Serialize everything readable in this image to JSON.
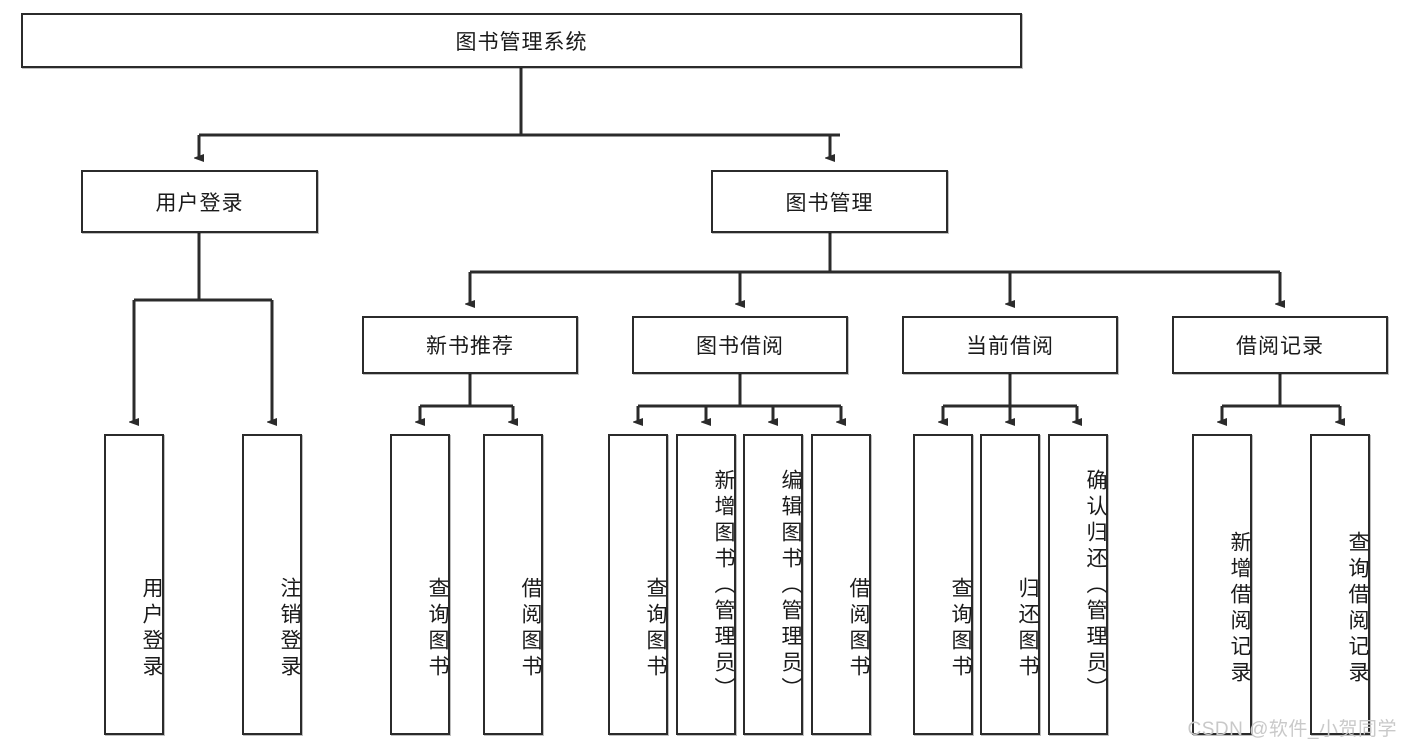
{
  "diagram": {
    "title": "图书管理系统",
    "type": "tree-hierarchy-chart",
    "root": {
      "label": "图书管理系统"
    },
    "level2": [
      {
        "label": "用户登录"
      },
      {
        "label": "图书管理"
      }
    ],
    "level3": [
      {
        "label": "新书推荐"
      },
      {
        "label": "图书借阅"
      },
      {
        "label": "当前借阅"
      },
      {
        "label": "借阅记录"
      }
    ],
    "leaves": {
      "user_login": [
        {
          "label": "用户登录"
        },
        {
          "label": "注销登录"
        }
      ],
      "new_book_recommend": [
        {
          "label": "查询图书"
        },
        {
          "label": "借阅图书"
        }
      ],
      "book_borrow": [
        {
          "label": "查询图书"
        },
        {
          "label": "新增图书（管理员）"
        },
        {
          "label": "编辑图书（管理员）"
        },
        {
          "label": "借阅图书"
        }
      ],
      "current_borrow": [
        {
          "label": "查询图书"
        },
        {
          "label": "归还图书"
        },
        {
          "label": "确认归还（管理员）"
        }
      ],
      "borrow_record": [
        {
          "label": "新增借阅记录"
        },
        {
          "label": "查询借阅记录"
        }
      ]
    }
  },
  "watermark": {
    "text": "CSDN @软件_小贺同学"
  },
  "colors": {
    "background": "#ffffff",
    "node_border": "#2b2b2b",
    "node_fill": "#ffffff",
    "edge": "#2b2b2b",
    "text": "#1a1a1a",
    "watermark": "#c9c9c9"
  }
}
